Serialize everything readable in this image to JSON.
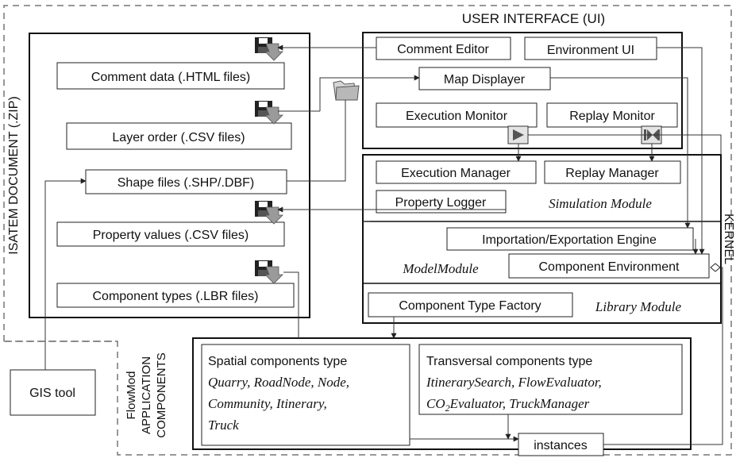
{
  "labels": {
    "user_interface": "USER INTERFACE (UI)",
    "kernel": "KERNEL",
    "isatem": "ISATEM DOCUMENT (.ZIP)",
    "flowmod_1": "FlowMod",
    "flowmod_2": "APPLICATION",
    "flowmod_3": "COMPONENTS"
  },
  "document_files": [
    "Comment data (.HTML files)",
    "Layer order (.CSV files)",
    "Shape files (.SHP/.DBF)",
    "Property values (.CSV files)",
    "Component types (.LBR files)"
  ],
  "ui_boxes": {
    "comment_editor": "Comment Editor",
    "environment_ui": "Environment UI",
    "map_displayer": "Map Displayer",
    "execution_monitor": "Execution Monitor",
    "replay_monitor": "Replay Monitor"
  },
  "simulation": {
    "execution_manager": "Execution Manager",
    "replay_manager": "Replay Manager",
    "property_logger": "Property Logger",
    "module_label": "Simulation Module"
  },
  "model": {
    "import_export": "Importation/Exportation Engine",
    "module_label": "ModelModule",
    "component_env": "Component Environment"
  },
  "library": {
    "factory": "Component Type Factory",
    "module_label": "Library Module"
  },
  "components": {
    "spatial_title": "Spatial components type",
    "spatial_lines": [
      "Quarry, RoadNode, Node,",
      "Community, Itinerary,",
      "Truck"
    ],
    "transversal_title": "Transversal components type",
    "transversal_lines": [
      "ItinerarySearch, FlowEvaluator,",
      "CO",
      "2",
      "Evaluator, TruckManager"
    ],
    "instances": "instances"
  },
  "gis_tool": "GIS tool",
  "icons": [
    "floppy-disk-icon",
    "folder-icon",
    "play-icon",
    "replay-icon"
  ]
}
